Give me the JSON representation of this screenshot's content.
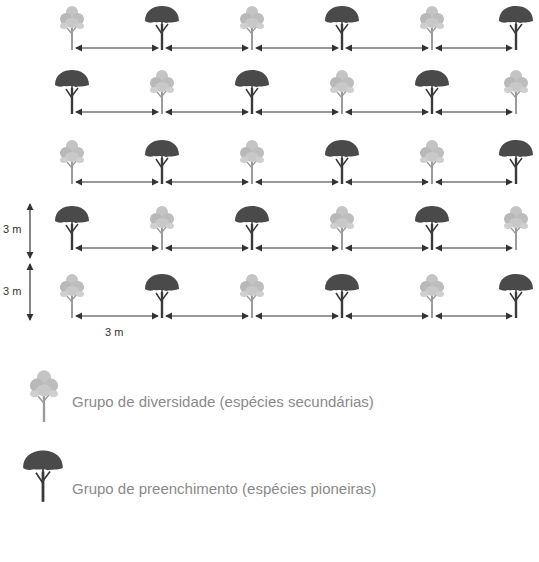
{
  "diagram": {
    "labels": [
      "3 m",
      "3 m",
      "3 m"
    ],
    "legend": [
      {
        "text": "Grupo de diversidade (espécies secundárias)"
      },
      {
        "text": "Grupo de preenchimento (espécies pioneiras)"
      }
    ]
  }
}
